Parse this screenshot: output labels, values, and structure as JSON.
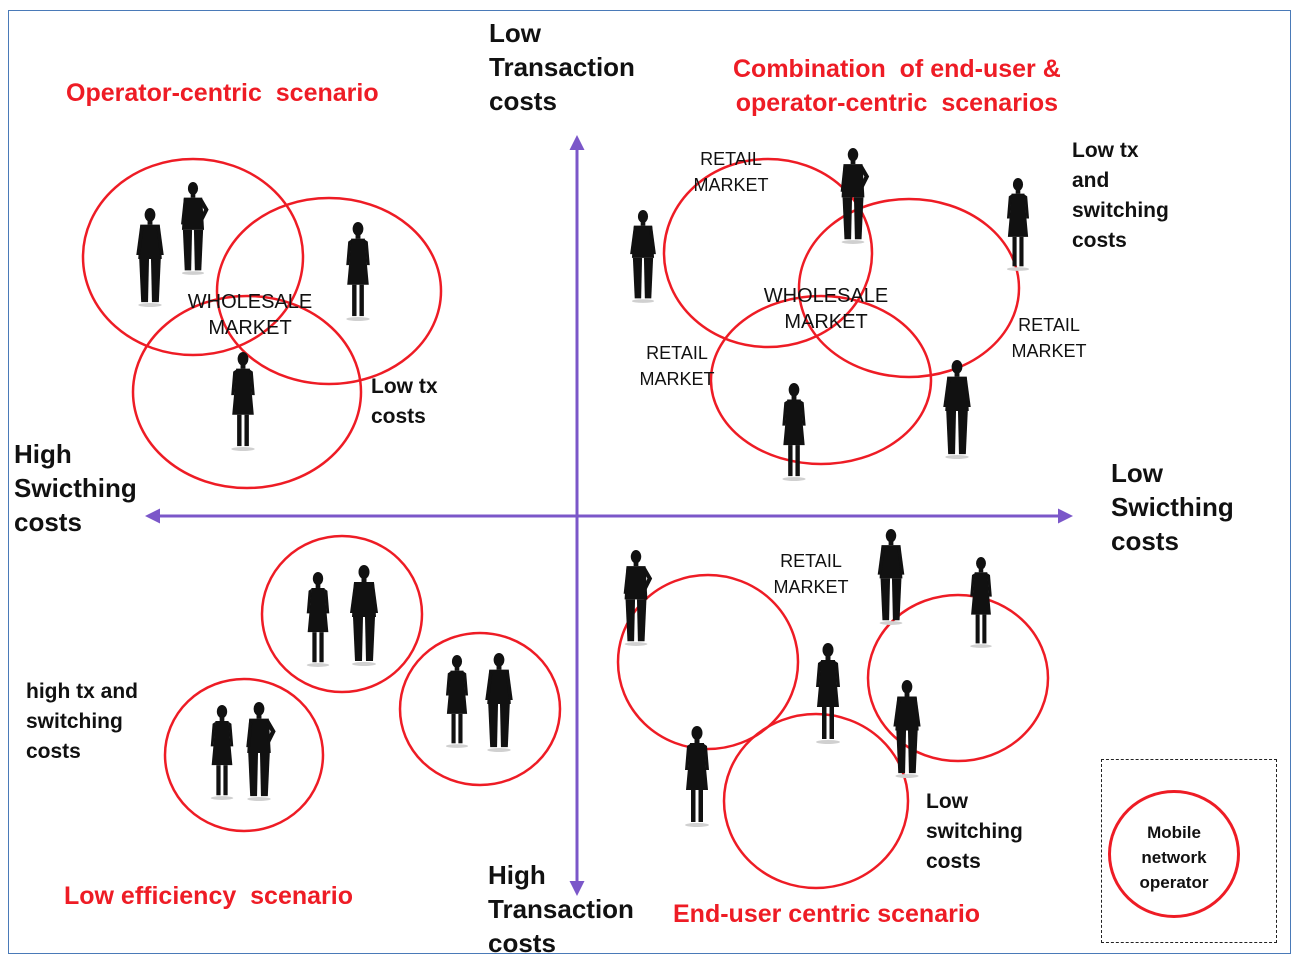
{
  "colors": {
    "circle": "#ee1c25",
    "axis": "#7b57c9",
    "scenario_text": "#ee1c25",
    "person": "#111111"
  },
  "axes": {
    "top": [
      "Low",
      "Transaction",
      "costs"
    ],
    "bottom": [
      "High",
      "Transaction",
      "costs"
    ],
    "left": [
      "High",
      "Swicthing",
      "costs"
    ],
    "right": [
      "Low",
      "Swicthing",
      "costs"
    ]
  },
  "quadrants": {
    "top_left": {
      "scenario": "Operator-centric  scenario",
      "note": [
        "Low tx",
        "costs"
      ],
      "market": [
        "WHOLESALE",
        "MARKET"
      ]
    },
    "top_right": {
      "scenario": [
        "Combination  of end-user &",
        "operator-centric  scenarios"
      ],
      "note": [
        "Low tx",
        "and",
        "switching",
        "costs"
      ],
      "wholesale": [
        "WHOLESALE",
        "MARKET"
      ],
      "retail_top": [
        "RETAIL",
        "MARKET"
      ],
      "retail_left": [
        "RETAIL",
        "MARKET"
      ],
      "retail_right": [
        "RETAIL",
        "MARKET"
      ]
    },
    "bottom_left": {
      "scenario": "Low efficiency  scenario",
      "note": [
        "high tx and",
        "switching",
        "costs"
      ]
    },
    "bottom_right": {
      "scenario": "End-user centric scenario",
      "note": [
        "Low",
        "switching",
        "costs"
      ],
      "retail": [
        "RETAIL",
        "MARKET"
      ]
    }
  },
  "legend": {
    "lines": [
      "Mobile",
      "network",
      "operator"
    ]
  }
}
